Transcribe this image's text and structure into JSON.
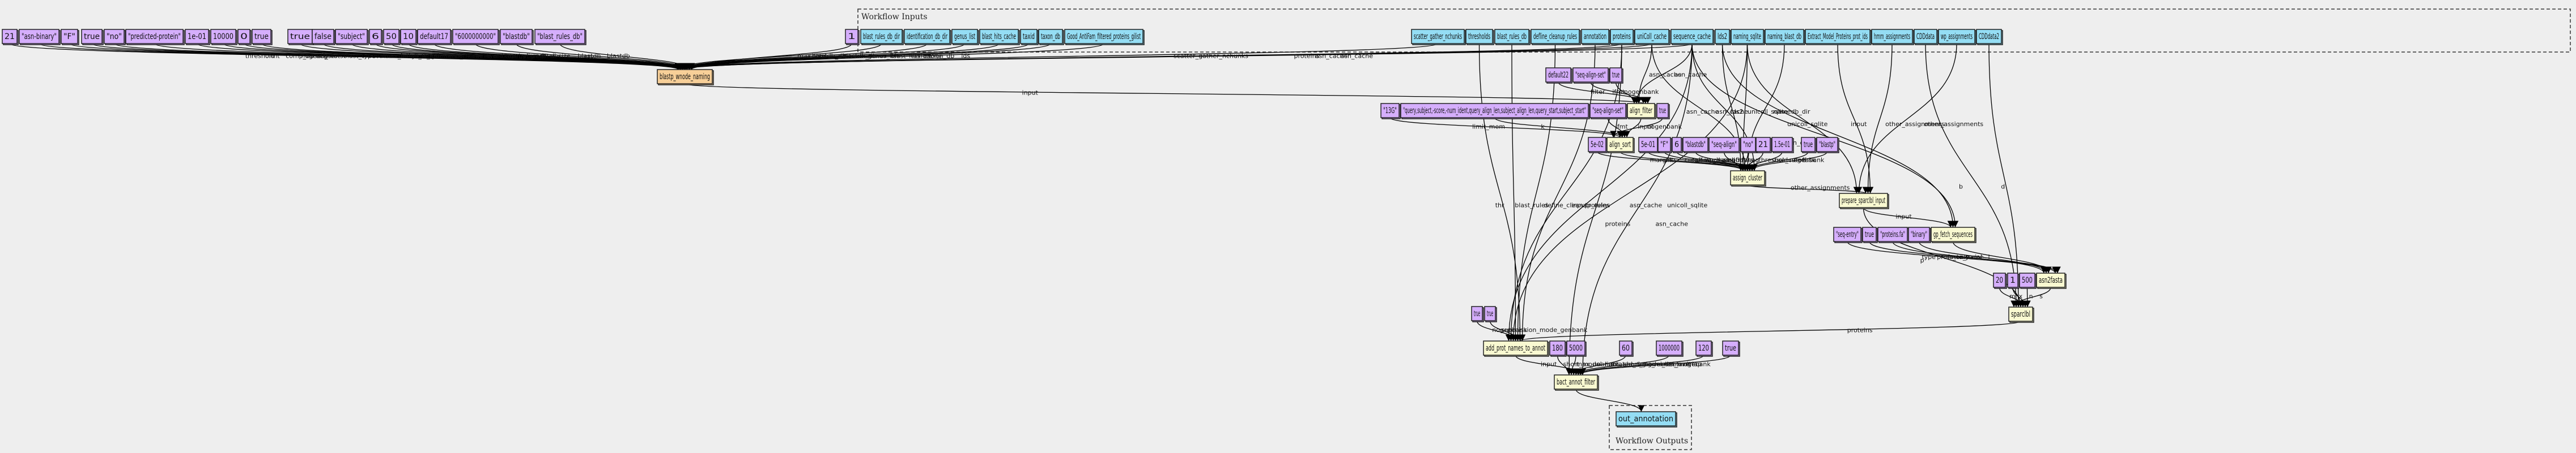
{
  "clusters": {
    "inputs_title": "Workflow Inputs",
    "outputs_title": "Workflow Outputs"
  },
  "nodes": {
    "p_21a": {
      "label": "21",
      "kind": "param"
    },
    "p_asnbin": {
      "label": "\"asn-binary\"",
      "kind": "param"
    },
    "p_F1": {
      "label": "\"F\"",
      "kind": "param"
    },
    "p_true1": {
      "label": "true",
      "kind": "param"
    },
    "p_no1": {
      "label": "\"no\"",
      "kind": "param"
    },
    "p_predprot": {
      "label": "\"predicted-protein\"",
      "kind": "param"
    },
    "p_1e01": {
      "label": "1e-01",
      "kind": "param"
    },
    "p_10000": {
      "label": "10000",
      "kind": "param"
    },
    "p_0": {
      "label": "0",
      "kind": "param"
    },
    "p_true2": {
      "label": "true",
      "kind": "param"
    },
    "p_true3": {
      "label": "true",
      "kind": "param"
    },
    "p_false": {
      "label": "false",
      "kind": "param"
    },
    "p_subject": {
      "label": "\"subject\"",
      "kind": "param"
    },
    "p_6a": {
      "label": "6",
      "kind": "param"
    },
    "p_50": {
      "label": "50",
      "kind": "param"
    },
    "p_10": {
      "label": "10",
      "kind": "param"
    },
    "p_default17": {
      "label": "default17",
      "kind": "param"
    },
    "p_6e9": {
      "label": "\"6000000000\"",
      "kind": "param"
    },
    "p_blastdb1": {
      "label": "\"blastdb\"",
      "kind": "param"
    },
    "p_blastrulesdb": {
      "label": "\"blast_rules_db\"",
      "kind": "param"
    },
    "p_1": {
      "label": "1",
      "kind": "param"
    },
    "in_blast_rules_db_dir": {
      "label": "blast_rules_db_dir",
      "kind": "io"
    },
    "in_identification_db_dir": {
      "label": "identification_db_dir",
      "kind": "io"
    },
    "in_genus_list": {
      "label": "genus_list",
      "kind": "io"
    },
    "in_blast_hits_cache": {
      "label": "blast_hits_cache",
      "kind": "io"
    },
    "in_taxid": {
      "label": "taxid",
      "kind": "io"
    },
    "in_taxon_db": {
      "label": "taxon_db",
      "kind": "io"
    },
    "in_gilist": {
      "label": "Good_AntiFam_filtered_proteins_gilist",
      "kind": "io"
    },
    "in_scatter": {
      "label": "scatter_gather_nchunks",
      "kind": "io"
    },
    "in_thresholds": {
      "label": "thresholds",
      "kind": "io"
    },
    "in_blast_rules_db": {
      "label": "blast_rules_db",
      "kind": "io"
    },
    "in_defline": {
      "label": "defline_cleanup_rules",
      "kind": "io"
    },
    "in_annotation": {
      "label": "annotation",
      "kind": "io"
    },
    "in_proteins": {
      "label": "proteins",
      "kind": "io"
    },
    "in_unicoll": {
      "label": "uniColl_cache",
      "kind": "io"
    },
    "in_seqcache": {
      "label": "sequence_cache",
      "kind": "io"
    },
    "in_lds2": {
      "label": "lds2",
      "kind": "io"
    },
    "in_naming_sqlite": {
      "label": "naming_sqlite",
      "kind": "io"
    },
    "in_naming_blast_db": {
      "label": "naming_blast_db",
      "kind": "io"
    },
    "in_extract": {
      "label": "Extract_Model_Proteins_prot_ids",
      "kind": "io"
    },
    "in_hmm": {
      "label": "hmm_assignments",
      "kind": "io"
    },
    "in_cdd": {
      "label": "CDDdata",
      "kind": "io"
    },
    "in_wp": {
      "label": "wp_assignments",
      "kind": "io"
    },
    "in_cdd2": {
      "label": "CDDdata2",
      "kind": "io"
    },
    "s_blastp": {
      "label": "blastp_wnode_naming",
      "kind": "main"
    },
    "p_default22": {
      "label": "default22",
      "kind": "param"
    },
    "p_seqalignset1": {
      "label": "\"seq-align-set\"",
      "kind": "param"
    },
    "p_true4": {
      "label": "true",
      "kind": "param"
    },
    "p_13G": {
      "label": "\"13G\"",
      "kind": "param"
    },
    "p_sortkeys": {
      "label": "\"query,subject,-score,-num_ident,query_align_len,subject_align_len,query_start,subject_start\"",
      "kind": "param"
    },
    "p_seqalignset2": {
      "label": "\"seq-align-set\"",
      "kind": "param"
    },
    "s_align_filter": {
      "label": "align_filter",
      "kind": "step"
    },
    "p_true5": {
      "label": "true",
      "kind": "param"
    },
    "p_5e02": {
      "label": "5e-02",
      "kind": "param"
    },
    "s_align_sort": {
      "label": "align_sort",
      "kind": "step"
    },
    "p_5e01": {
      "label": "5e-01",
      "kind": "param"
    },
    "p_F2": {
      "label": "\"F\"",
      "kind": "param"
    },
    "p_6b": {
      "label": "6",
      "kind": "param"
    },
    "p_blastdb2": {
      "label": "\"blastdb\"",
      "kind": "param"
    },
    "p_seqalign": {
      "label": "\"seq-align\"",
      "kind": "param"
    },
    "p_no2": {
      "label": "\"no\"",
      "kind": "param"
    },
    "p_21b": {
      "label": "21",
      "kind": "param"
    },
    "p_15e01": {
      "label": "1.5e-01",
      "kind": "param"
    },
    "p_true6": {
      "label": "true",
      "kind": "param"
    },
    "p_blastp": {
      "label": "\"blastp\"",
      "kind": "param"
    },
    "s_assign_cluster": {
      "label": "assign_cluster",
      "kind": "step"
    },
    "s_prepare": {
      "label": "prepare_sparclbl_input",
      "kind": "step"
    },
    "p_seqentry": {
      "label": "\"seq-entry\"",
      "kind": "param"
    },
    "p_true7": {
      "label": "true",
      "kind": "param"
    },
    "p_protfa": {
      "label": "\"proteins.fa\"",
      "kind": "param"
    },
    "p_binary": {
      "label": "\"binary\"",
      "kind": "param"
    },
    "s_gpfetch": {
      "label": "gp_fetch_sequences",
      "kind": "step"
    },
    "p_20": {
      "label": "20",
      "kind": "param"
    },
    "p_1b": {
      "label": "1",
      "kind": "param"
    },
    "p_500": {
      "label": "500",
      "kind": "param"
    },
    "s_asn2fasta": {
      "label": "asn2fasta",
      "kind": "step"
    },
    "s_sparclbl": {
      "label": "sparclbl",
      "kind": "step"
    },
    "p_true8": {
      "label": "true",
      "kind": "param"
    },
    "p_true9": {
      "label": "true",
      "kind": "param"
    },
    "s_addprot": {
      "label": "add_prot_names_to_annot",
      "kind": "step"
    },
    "p_180": {
      "label": "180",
      "kind": "param"
    },
    "p_5000": {
      "label": "5000",
      "kind": "param"
    },
    "p_60": {
      "label": "60",
      "kind": "param"
    },
    "p_1000000": {
      "label": "1000000",
      "kind": "param"
    },
    "p_120": {
      "label": "120",
      "kind": "param"
    },
    "p_true10": {
      "label": "true",
      "kind": "param"
    },
    "s_bactfilter": {
      "label": "bact_annot_filter",
      "kind": "step"
    },
    "out_annotation": {
      "label": "out_annotation",
      "kind": "io"
    }
  },
  "edges": [
    {
      "from": "p_21a",
      "to": "s_blastp",
      "label": "threshold"
    },
    {
      "from": "p_asnbin",
      "to": "s_blastp",
      "label": "ofmt"
    },
    {
      "from": "p_F1",
      "to": "s_blastp",
      "label": "comp_based_stats"
    },
    {
      "from": "p_true1",
      "to": "s_blastp",
      "label": "nogenbank"
    },
    {
      "from": "p_no1",
      "to": "s_blastp",
      "label": "seg"
    },
    {
      "from": "p_predprot",
      "to": "s_blastp",
      "label": "blast_type"
    },
    {
      "from": "p_1e01",
      "to": "s_blastp",
      "label": "evalue"
    },
    {
      "from": "p_10000",
      "to": "s_blastp",
      "label": "max_batch_length"
    },
    {
      "from": "p_0",
      "to": "s_blastp",
      "label": "delay"
    },
    {
      "from": "p_true2",
      "to": "s_blastp",
      "label": "allow_intersection"
    },
    {
      "from": "p_true3",
      "to": "s_blastp",
      "label": "compart"
    },
    {
      "from": "p_false",
      "to": "s_blastp",
      "label": "no_merge"
    },
    {
      "from": "p_subject",
      "to": "s_blastp",
      "label": "affinity"
    },
    {
      "from": "p_6a",
      "to": "s_blastp",
      "label": "word_size"
    },
    {
      "from": "p_50",
      "to": "s_blastp",
      "label": "max_target_seqs"
    },
    {
      "from": "p_10",
      "to": "s_blastp",
      "label": "top_by_score"
    },
    {
      "from": "p_default17",
      "to": "s_blastp",
      "label": "align_filter"
    },
    {
      "from": "p_6e9",
      "to": "s_blastp",
      "label": "dbsize"
    },
    {
      "from": "p_blastdb1",
      "to": "s_blastp",
      "label": "blastdb"
    },
    {
      "from": "p_blastrulesdb",
      "to": "s_blastp",
      "label": "blastdb"
    },
    {
      "from": "p_1",
      "to": "s_blastp",
      "label": "max_jobs"
    },
    {
      "from": "in_blast_rules_db_dir",
      "to": "s_blastp",
      "label": "blastdb_dir"
    },
    {
      "from": "in_identification_db_dir",
      "to": "s_blastp",
      "label": "blastdb_dir"
    },
    {
      "from": "in_genus_list",
      "to": "s_blastp",
      "label": "genus_list"
    },
    {
      "from": "in_blast_hits_cache",
      "to": "s_blastp",
      "label": "blast_hits_cache"
    },
    {
      "from": "in_taxid",
      "to": "s_blastp",
      "label": "taxid"
    },
    {
      "from": "in_taxon_db",
      "to": "s_blastp",
      "label": "taxon_db"
    },
    {
      "from": "in_gilist",
      "to": "s_blastp",
      "label": "ids"
    },
    {
      "from": "in_scatter",
      "to": "s_blastp",
      "label": "scatter_gather_nchunks"
    },
    {
      "from": "in_proteins",
      "to": "s_blastp",
      "label": "proteins"
    },
    {
      "from": "in_seqcache",
      "to": "s_blastp",
      "label": "asn_cache"
    },
    {
      "from": "in_unicoll",
      "to": "s_blastp",
      "label": "asn_cache"
    },
    {
      "from": "s_blastp",
      "to": "s_align_filter",
      "label": "input"
    },
    {
      "from": "p_default22",
      "to": "s_align_filter",
      "label": "filter"
    },
    {
      "from": "p_seqalignset1",
      "to": "s_align_filter",
      "label": "ifmt"
    },
    {
      "from": "p_true4",
      "to": "s_align_filter",
      "label": "nogenbank"
    },
    {
      "from": "in_seqcache",
      "to": "s_align_filter",
      "label": "asn_cache"
    },
    {
      "from": "in_unicoll",
      "to": "s_align_filter",
      "label": "asn_cache"
    },
    {
      "from": "p_13G",
      "to": "s_align_sort",
      "label": "limit_mem"
    },
    {
      "from": "p_sortkeys",
      "to": "s_align_sort",
      "label": "k"
    },
    {
      "from": "p_seqalignset2",
      "to": "s_align_sort",
      "label": "ifmt"
    },
    {
      "from": "s_align_filter",
      "to": "s_align_sort",
      "label": "input"
    },
    {
      "from": "p_true5",
      "to": "s_align_sort",
      "label": "nogenbank"
    },
    {
      "from": "p_5e02",
      "to": "s_assign_cluster",
      "label": "margin"
    },
    {
      "from": "s_align_sort",
      "to": "s_assign_cluster",
      "label": "hits"
    },
    {
      "from": "p_5e01",
      "to": "s_assign_cluster",
      "label": "cutoff"
    },
    {
      "from": "p_F2",
      "to": "s_assign_cluster",
      "label": "comp_based_stats"
    },
    {
      "from": "p_6b",
      "to": "s_assign_cluster",
      "label": "word_size"
    },
    {
      "from": "p_blastdb2",
      "to": "s_assign_cluster",
      "label": "namedb"
    },
    {
      "from": "p_seqalign",
      "to": "s_assign_cluster",
      "label": "hfmt"
    },
    {
      "from": "p_no2",
      "to": "s_assign_cluster",
      "label": "seg"
    },
    {
      "from": "p_21b",
      "to": "s_assign_cluster",
      "label": "threshold"
    },
    {
      "from": "p_15e01",
      "to": "s_assign_cluster",
      "label": "sure_cutoff"
    },
    {
      "from": "p_true6",
      "to": "s_assign_cluster",
      "label": "nogenbank"
    },
    {
      "from": "p_blastp",
      "to": "s_assign_cluster",
      "label": "task"
    },
    {
      "from": "in_seqcache",
      "to": "s_assign_cluster",
      "label": "asn_cache"
    },
    {
      "from": "in_lds2",
      "to": "s_assign_cluster",
      "label": "lds2"
    },
    {
      "from": "in_naming_sqlite",
      "to": "s_assign_cluster",
      "label": "unicoll_sqlite"
    },
    {
      "from": "in_unicoll",
      "to": "s_assign_cluster",
      "label": "asn_cache"
    },
    {
      "from": "in_naming_blast_db",
      "to": "s_assign_cluster",
      "label": "namedb_dir"
    },
    {
      "from": "s_assign_cluster",
      "to": "s_prepare",
      "label": "other_assignments"
    },
    {
      "from": "in_hmm",
      "to": "s_prepare",
      "label": "other_assignments"
    },
    {
      "from": "in_extract",
      "to": "s_prepare",
      "label": "input"
    },
    {
      "from": "in_naming_sqlite",
      "to": "s_prepare",
      "label": "unicoll_sqlite"
    },
    {
      "from": "in_wp",
      "to": "s_prepare",
      "label": "other_assignments"
    },
    {
      "from": "s_prepare",
      "to": "s_gpfetch",
      "label": "input"
    },
    {
      "from": "in_lds2",
      "to": "s_gpfetch",
      "label": "lds2"
    },
    {
      "from": "in_seqcache",
      "to": "s_gpfetch",
      "label": "asn_cache"
    },
    {
      "from": "p_seqentry",
      "to": "s_asn2fasta",
      "label": "type"
    },
    {
      "from": "p_true7",
      "to": "s_asn2fasta",
      "label": "prots_only"
    },
    {
      "from": "p_protfa",
      "to": "s_asn2fasta",
      "label": "fasta_name"
    },
    {
      "from": "p_binary",
      "to": "s_asn2fasta",
      "label": "serial"
    },
    {
      "from": "s_gpfetch",
      "to": "s_asn2fasta",
      "label": "i"
    },
    {
      "from": "s_prepare",
      "to": "s_sparclbl",
      "label": "p"
    },
    {
      "from": "p_20",
      "to": "s_sparclbl",
      "label": "m"
    },
    {
      "from": "p_1b",
      "to": "s_sparclbl",
      "label": "x"
    },
    {
      "from": "p_500",
      "to": "s_sparclbl",
      "label": "n"
    },
    {
      "from": "s_asn2fasta",
      "to": "s_sparclbl",
      "label": "s"
    },
    {
      "from": "in_cdd",
      "to": "s_sparclbl",
      "label": "b"
    },
    {
      "from": "in_cdd2",
      "to": "s_sparclbl",
      "label": "d"
    },
    {
      "from": "p_true8",
      "to": "s_addprot",
      "label": "nogenbank"
    },
    {
      "from": "p_true9",
      "to": "s_addprot",
      "label": "submission_mode_genbank"
    },
    {
      "from": "s_sparclbl",
      "to": "s_addprot",
      "label": "proteins"
    },
    {
      "from": "in_annotation",
      "to": "s_addprot",
      "label": "input"
    },
    {
      "from": "in_seqcache",
      "to": "s_addprot",
      "label": "asn_cache"
    },
    {
      "from": "in_proteins",
      "to": "s_addprot",
      "label": "proteins"
    },
    {
      "from": "in_naming_sqlite",
      "to": "s_addprot",
      "label": "unicoll_sqlite"
    },
    {
      "from": "in_blast_rules_db",
      "to": "s_addprot",
      "label": "blast_rules"
    },
    {
      "from": "in_defline",
      "to": "s_addprot",
      "label": "define_cleanup_rules"
    },
    {
      "from": "in_thresholds",
      "to": "s_addprot",
      "label": "thr"
    },
    {
      "from": "s_addprot",
      "to": "s_bactfilter",
      "label": "input"
    },
    {
      "from": "p_180",
      "to": "s_bactfilter",
      "label": "short_model_limit"
    },
    {
      "from": "p_5000",
      "to": "s_bactfilter",
      "label": "max_unannotated_region"
    },
    {
      "from": "p_60",
      "to": "s_bactfilter",
      "label": "abs_short_model_limit"
    },
    {
      "from": "p_1000000",
      "to": "s_bactfilter",
      "label": "long_model_limit"
    },
    {
      "from": "p_120",
      "to": "s_bactfilter",
      "label": "max_overlap"
    },
    {
      "from": "p_true10",
      "to": "s_bactfilter",
      "label": "nogebank"
    },
    {
      "from": "in_seqcache",
      "to": "s_bactfilter",
      "label": "asn_cache"
    },
    {
      "from": "in_proteins",
      "to": "s_bactfilter",
      "label": "proteins"
    },
    {
      "from": "s_bactfilter",
      "to": "out_annotation",
      "label": ""
    }
  ]
}
